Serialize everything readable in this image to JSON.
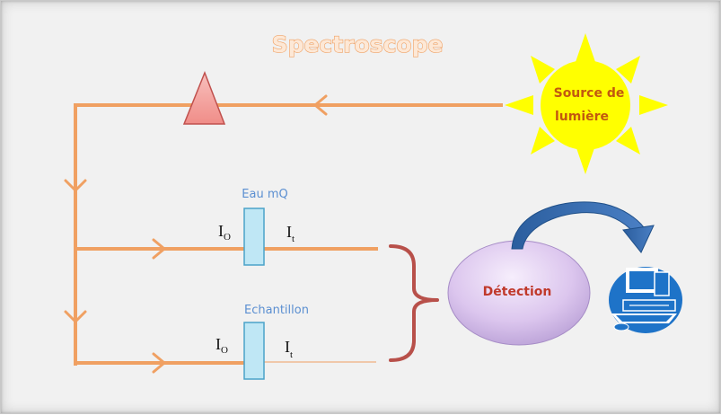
{
  "title": "Spectroscope",
  "light_source": {
    "line1": "Source de",
    "line2": "lumière"
  },
  "cuvettes": [
    {
      "label": "Eau mQ",
      "i_in": "I",
      "i_in_sub": "O",
      "i_out": "I",
      "i_out_sub": "t"
    },
    {
      "label": "Echantillon",
      "i_in": "I",
      "i_in_sub": "O",
      "i_out": "I",
      "i_out_sub": "t"
    }
  ],
  "detector": {
    "label": "Détection"
  },
  "colors": {
    "beam": "#f0a062",
    "prism_fill": "#f4a3a0",
    "prism_stroke": "#c0504d",
    "sun_fill": "#ffff00",
    "cuvette_fill": "#bfe7f5",
    "cuvette_stroke": "#4aa3c9",
    "brace": "#b8504a",
    "detector_fill": "#d9c4ea",
    "computer": "#1e73c8"
  },
  "icons": [
    "sun-icon",
    "prism-icon",
    "computer-icon",
    "curved-arrow-icon"
  ]
}
